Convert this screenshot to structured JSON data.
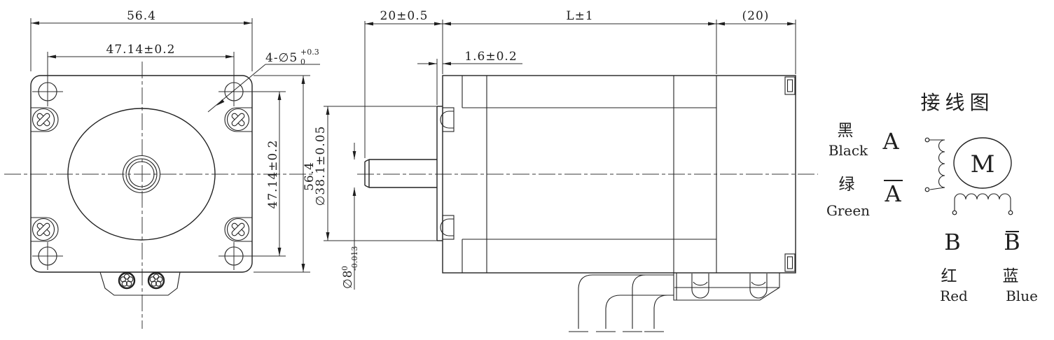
{
  "drawing_type": "stepper-motor-dimension-drawing",
  "front_view": {
    "dim_width_top": "56.4",
    "dim_hole_spacing_top": "47.14±0.2",
    "dim_hole_spacing_right": "47.14±0.2",
    "dim_height_right": "56.4",
    "hole_callout": {
      "main": "4-∅5",
      "tol_upper": "+0.3",
      "tol_lower": "0"
    }
  },
  "side_view": {
    "dim_shaft_length": "20±0.5",
    "dim_body_length": "L±1",
    "dim_rear_cover": "(20)",
    "dim_pilot_height": "1.6±0.2",
    "dim_pilot_diameter": "∅38.1±0.05",
    "shaft_diameter": {
      "main": "∅8",
      "tol_upper": "0",
      "tol_lower": "-0.013"
    }
  },
  "wiring": {
    "title": "接线图",
    "motor_label": "M",
    "phase_a": {
      "cn": "黑",
      "en": "Black",
      "terminal": "A"
    },
    "phase_a_bar": {
      "cn": "绿",
      "en": "Green",
      "terminal": "A"
    },
    "phase_b": {
      "cn": "红",
      "en": "Red",
      "terminal": "B"
    },
    "phase_b_bar": {
      "cn": "蓝",
      "en": "Blue",
      "terminal": "B"
    }
  },
  "colors": {
    "line": "#222222",
    "background": "#ffffff"
  }
}
